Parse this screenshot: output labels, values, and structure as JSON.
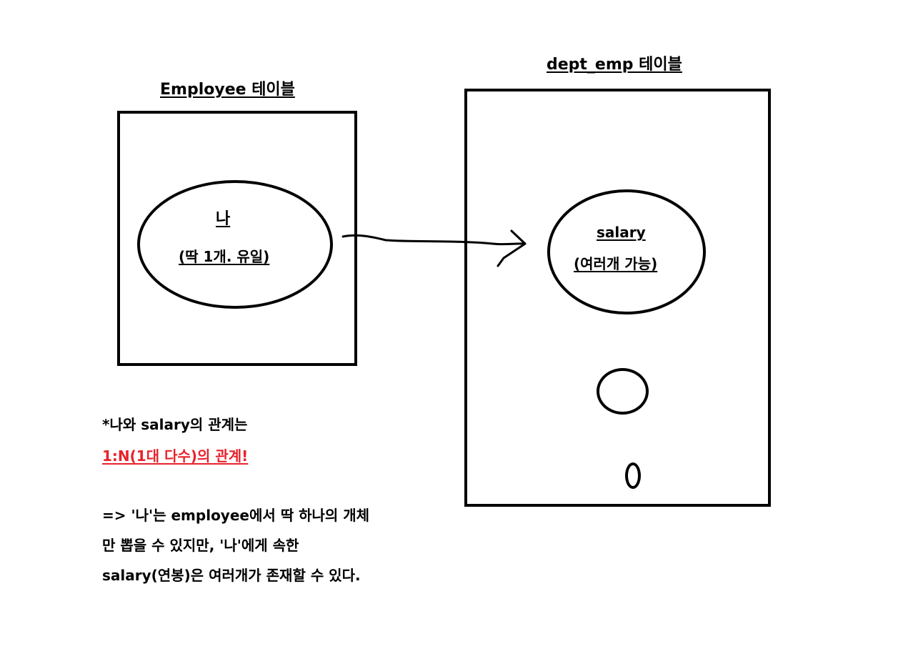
{
  "employee_table": {
    "title": "Employee 테이블",
    "item_label": "나",
    "item_sub": "(딱 1개. 유일)"
  },
  "dept_emp_table": {
    "title": "dept_emp 테이블",
    "item_label": "salary",
    "item_sub": "(여러개 가능)"
  },
  "notes": {
    "line1": "*나와 salary의 관계는",
    "line2": "1:N(1대 다수)의 관계!",
    "line3": "=> '나'는 employee에서 딱 하나의 개체",
    "line4": "만 뽑을 수 있지만, '나'에게 속한",
    "line5": "salary(연봉)은 여러개가 존재할 수 있다."
  },
  "colors": {
    "highlight": "#e8222a",
    "stroke": "#000000",
    "background": "#ffffff"
  }
}
